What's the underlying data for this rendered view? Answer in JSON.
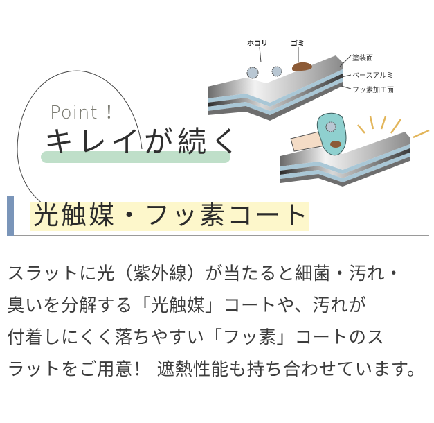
{
  "badge": {
    "point_label": "Point ！",
    "title": "キレイが続く",
    "bar_color": "#bfdfc9"
  },
  "illustration": {
    "top_labels": {
      "dust": "ホコリ",
      "dirt": "ゴミ"
    },
    "layer_labels": [
      "塗装面",
      "ベースアルミ",
      "フッ素加工面"
    ],
    "colors": {
      "metal_light": "#e6e6e6",
      "metal_dark": "#5c5c5c",
      "layer_blue": "#a9c7d6",
      "dirt_brown": "#8c5a36",
      "cloth_teal": "#8fd0cf",
      "hand_skin": "#f4dcc6",
      "shine_gold": "#e2b55a"
    }
  },
  "section": {
    "heading": "光触媒・フッ素コート",
    "accent_color": "#7a95b9",
    "highlight_color": "#fdf7cb"
  },
  "body": {
    "lines": [
      "スラットに光（紫外線）が当たると細菌・汚れ・",
      "臭いを分解する「光触媒」コートや、汚れが",
      "付着しにくく落ちやすい「フッ素」コートのス",
      "ラットをご用意！ 遮熱性能も持ち合わせています。"
    ]
  }
}
